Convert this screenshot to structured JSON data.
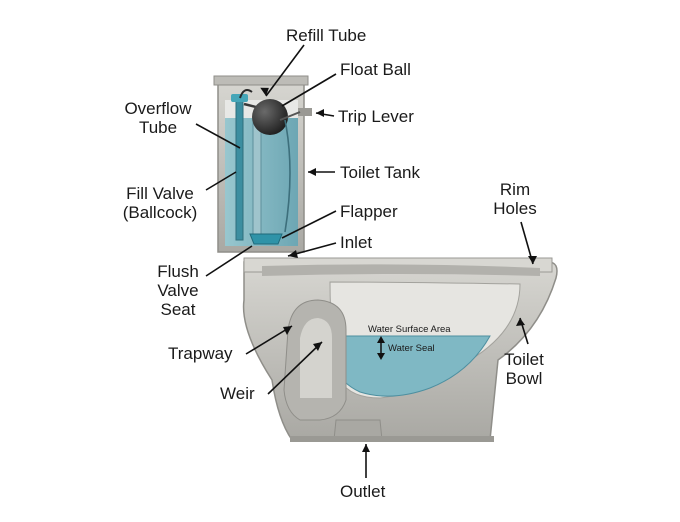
{
  "labels": {
    "refill_tube": "Refill Tube",
    "float_ball": "Float Ball",
    "trip_lever": "Trip Lever",
    "overflow_tube": [
      "Overflow",
      "Tube"
    ],
    "toilet_tank": "Toilet Tank",
    "fill_valve": [
      "Fill Valve",
      "(Ballcock)"
    ],
    "flapper": "Flapper",
    "inlet": "Inlet",
    "flush_valve_seat": [
      "Flush",
      "Valve",
      "Seat"
    ],
    "rim_holes": [
      "Rim",
      "Holes"
    ],
    "water_surface_area": "Water Surface Area",
    "water_seal": "Water Seal",
    "trapway": "Trapway",
    "weir": "Weir",
    "toilet_bowl": [
      "Toilet",
      "Bowl"
    ],
    "outlet": "Outlet"
  },
  "colors": {
    "ceramic": "#c9c8c3",
    "ceramic_dark": "#9a9994",
    "water": "#7fb8c4",
    "water_dark": "#4d8fa0",
    "label_text": "#1a1a1a"
  }
}
